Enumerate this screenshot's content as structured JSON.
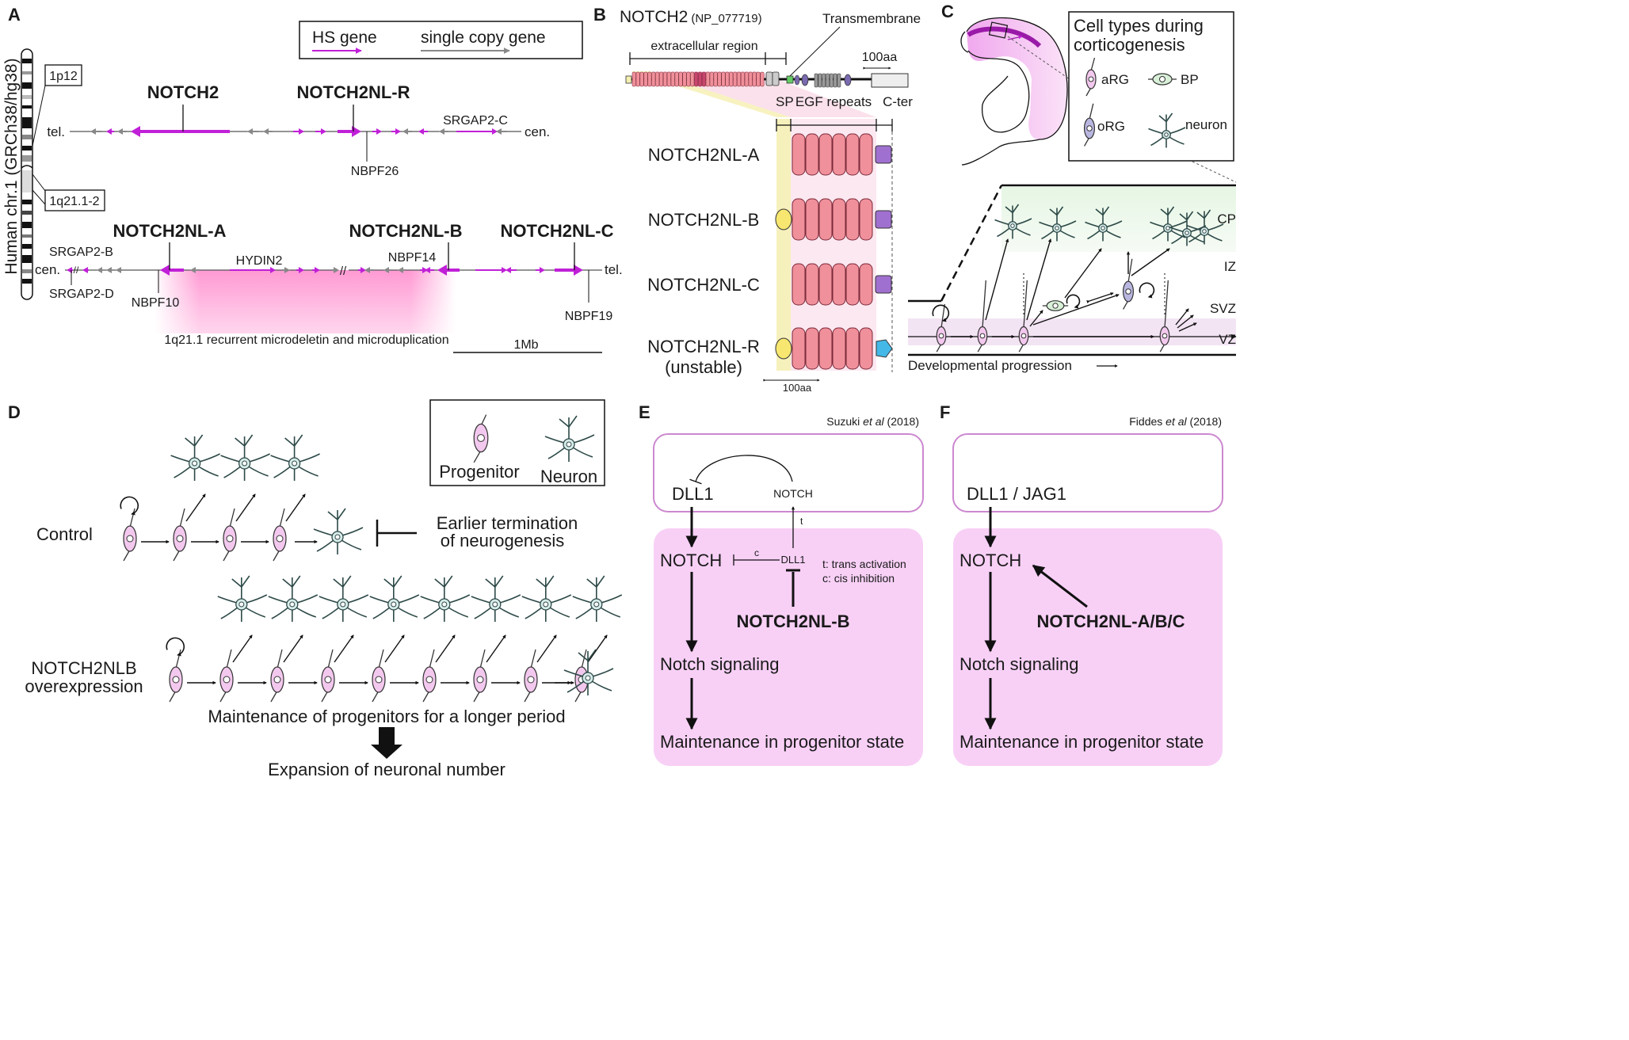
{
  "colors": {
    "hs_gene": "#c020d8",
    "single_copy_gene": "#888888",
    "egf_repeat": "#f0909a",
    "signal_peptide_highlight": "#f5efb0",
    "progenitor_fill": "#f3c8ee",
    "bp_fill": "#d8f0d8",
    "org_fill": "#b9b6e0",
    "neuron_fill": "#d8ecea",
    "box_fill": "#f8d0f6",
    "box_border": "#cc88d0",
    "microdeletion": "#ff88cc"
  },
  "panels": {
    "A": {
      "label": "A",
      "legend": {
        "hs": "HS gene",
        "single": "single copy gene"
      },
      "chromosome_label": "Human chr.1 (GRCh38/hg38)",
      "band_upper": "1p12",
      "band_lower": "1q21.1-2",
      "upper_track": {
        "left_end": "tel.",
        "right_end": "cen.",
        "genes_bold": [
          "NOTCH2",
          "NOTCH2NL-R"
        ],
        "gene_above": "SRGAP2-C",
        "gene_below": "NBPF26"
      },
      "lower_track": {
        "left_end": "cen.",
        "right_end": "tel.",
        "genes_bold": [
          "NOTCH2NL-A",
          "NOTCH2NL-B",
          "NOTCH2NL-C"
        ],
        "srgap2b": "SRGAP2-B",
        "srgap2d": "SRGAP2-D",
        "nbpf10": "NBPF10",
        "hydin2": "HYDIN2",
        "nbpf14": "NBPF14",
        "nbpf19": "NBPF19",
        "break_mark": "//"
      },
      "region_label": "1q21.1 recurrent microdeletin and microduplication",
      "scale": "1Mb"
    },
    "B": {
      "label": "B",
      "protein": "NOTCH2",
      "accession": "(NP_077719)",
      "transmembrane": "Transmembrane",
      "extracellular": "extracellular region",
      "scale_top": "100aa",
      "scale_bottom": "100aa",
      "domains": {
        "sp": "SP",
        "egf": "EGF repeats",
        "cter": "C-ter"
      },
      "isoforms": [
        {
          "name": "NOTCH2NL-A",
          "note": ""
        },
        {
          "name": "NOTCH2NL-B",
          "note": ""
        },
        {
          "name": "NOTCH2NL-C",
          "note": ""
        },
        {
          "name": "NOTCH2NL-R",
          "note": "(unstable)"
        }
      ],
      "egf_repeat_count": 6
    },
    "C": {
      "label": "C",
      "legend_title": [
        "Cell types during",
        "corticogenesis"
      ],
      "cells": {
        "arg": "aRG",
        "bp": "BP",
        "org": "oRG",
        "neuron": "neuron"
      },
      "zones": [
        "CP",
        "IZ",
        "SVZ",
        "VZ"
      ],
      "progression": "Developmental progression"
    },
    "D": {
      "label": "D",
      "legend": {
        "progenitor": "Progenitor",
        "neuron": "Neuron"
      },
      "control": "Control",
      "overexpression": [
        "NOTCH2NLB",
        "overexpression"
      ],
      "termination": [
        "Earlier termination",
        "of neurogenesis"
      ],
      "maintenance": "Maintenance of progenitors for a longer period",
      "expansion": "Expansion of neuronal number",
      "control_progenitors": 4,
      "overexpression_progenitors": 9
    },
    "E": {
      "label": "E",
      "citation_author": "Suzuki",
      "citation_etal": "et al",
      "citation_year": "(2018)",
      "dll1_top": "DLL1",
      "notch_top": "NOTCH",
      "notch": "NOTCH",
      "dll1_inner": "DLL1",
      "c_mark": "c",
      "t_mark": "t",
      "legend_t": "t: trans activation",
      "legend_c": "c: cis inhibition",
      "regulator": "NOTCH2NL-B",
      "signaling": "Notch signaling",
      "maintenance": "Maintenance in progenitor state"
    },
    "F": {
      "label": "F",
      "citation_author": "Fiddes",
      "citation_etal": "et al",
      "citation_year": "(2018)",
      "ligand": "DLL1 / JAG1",
      "notch": "NOTCH",
      "regulator": "NOTCH2NL-A/B/C",
      "signaling": "Notch signaling",
      "maintenance": "Maintenance in progenitor state"
    }
  }
}
